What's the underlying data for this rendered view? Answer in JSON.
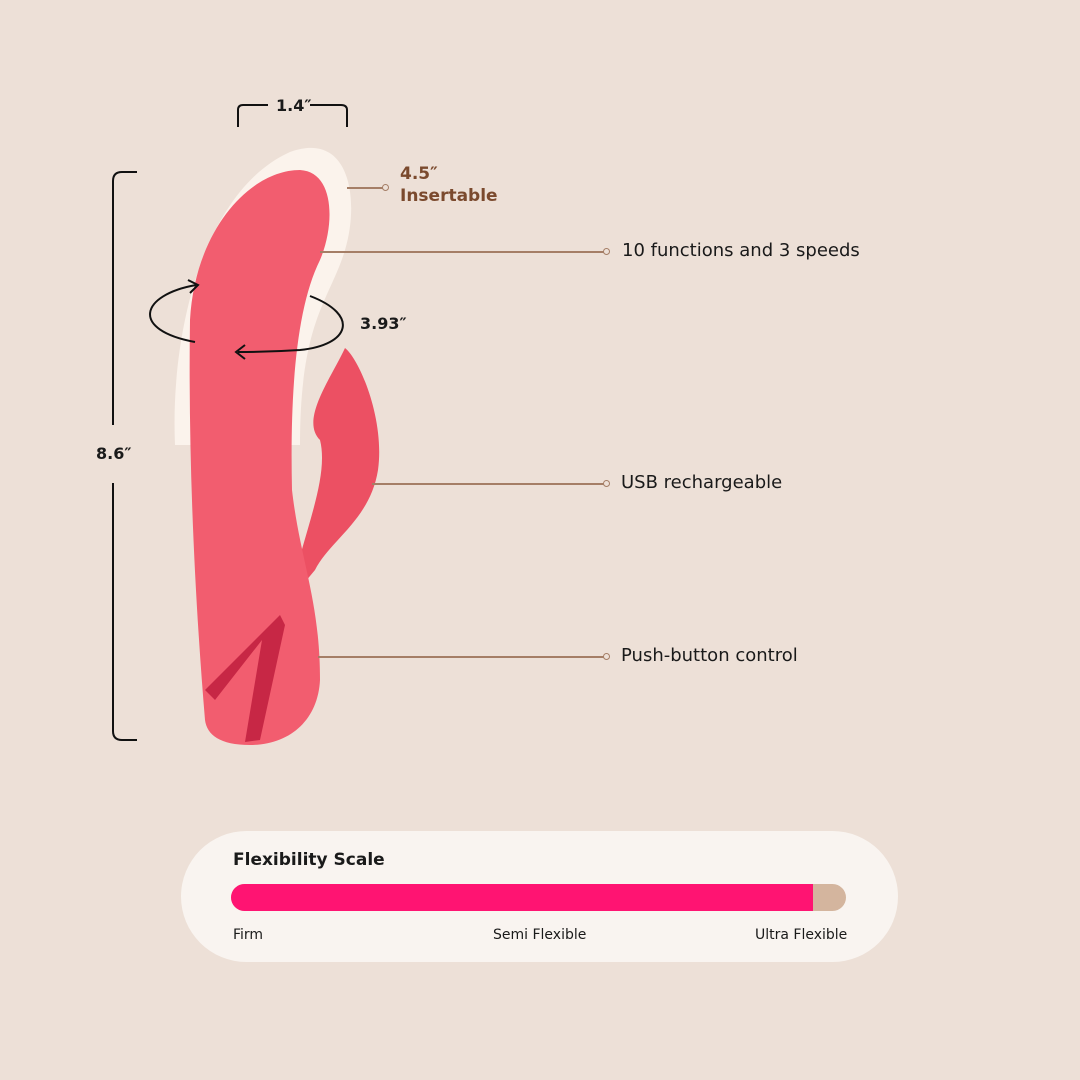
{
  "dimensions": {
    "width": "1.4″",
    "length": "8.6″",
    "circumference": "3.93″",
    "insertable_value": "4.5″",
    "insertable_label": "Insertable"
  },
  "features": [
    "10 functions and 3 speeds",
    "USB rechargeable",
    "Push-button control"
  ],
  "flexibility": {
    "title": "Flexibility Scale",
    "level": 0.946,
    "labels": [
      "Firm",
      "Semi Flexible",
      "Ultra Flexible"
    ],
    "fill_color": "#ff1472",
    "track_color": "#d4b59e"
  },
  "colors": {
    "background": "#ede0d7",
    "product": "#f0586b",
    "accent": "#a57e66"
  }
}
